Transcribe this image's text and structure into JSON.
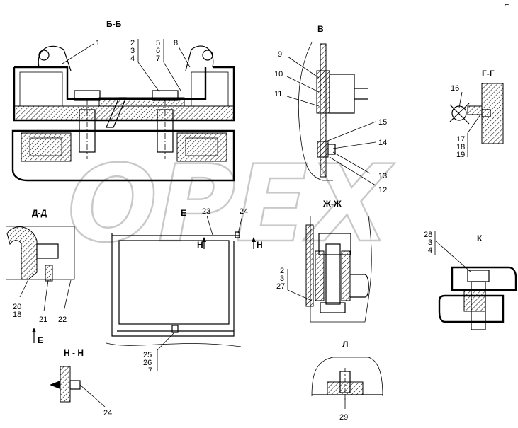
{
  "watermark": "OPEX",
  "corner_mark": "⌐",
  "views": {
    "bb": {
      "title": "Б-Б"
    },
    "v": {
      "title": "В"
    },
    "gg": {
      "title": "Г-Г"
    },
    "dd": {
      "title": "Д-Д"
    },
    "e": {
      "title": "Е"
    },
    "zhzh": {
      "title": "Ж-Ж"
    },
    "k": {
      "title": "К"
    },
    "nn": {
      "title": "Н - Н"
    },
    "l": {
      "title": "Л"
    }
  },
  "labels": {
    "bb": {
      "c1": "1",
      "s2": [
        "2",
        "3",
        "4"
      ],
      "s5": [
        "5",
        "6",
        "7"
      ],
      "c8": "8"
    },
    "v": {
      "c9": "9",
      "c10": "10",
      "c11": "11",
      "c15": "15",
      "c14": "14",
      "c13": "13",
      "c12": "12"
    },
    "gg": {
      "c16": "16",
      "s17": [
        "17",
        "18",
        "19"
      ]
    },
    "dd": {
      "s20": [
        "20",
        "18"
      ],
      "c21": "21",
      "c22": "22",
      "arrow": "Е"
    },
    "e": {
      "c23": "23",
      "c24": "24",
      "arrowH1": "Н",
      "arrowH2": "Н",
      "s25": [
        "25",
        "26",
        "7"
      ]
    },
    "zhzh": {
      "s2": [
        "2",
        "3",
        "27"
      ]
    },
    "k": {
      "s28": [
        "28",
        "3",
        "4"
      ]
    },
    "nn": {
      "c24": "24"
    },
    "l": {
      "c29": "29"
    }
  }
}
